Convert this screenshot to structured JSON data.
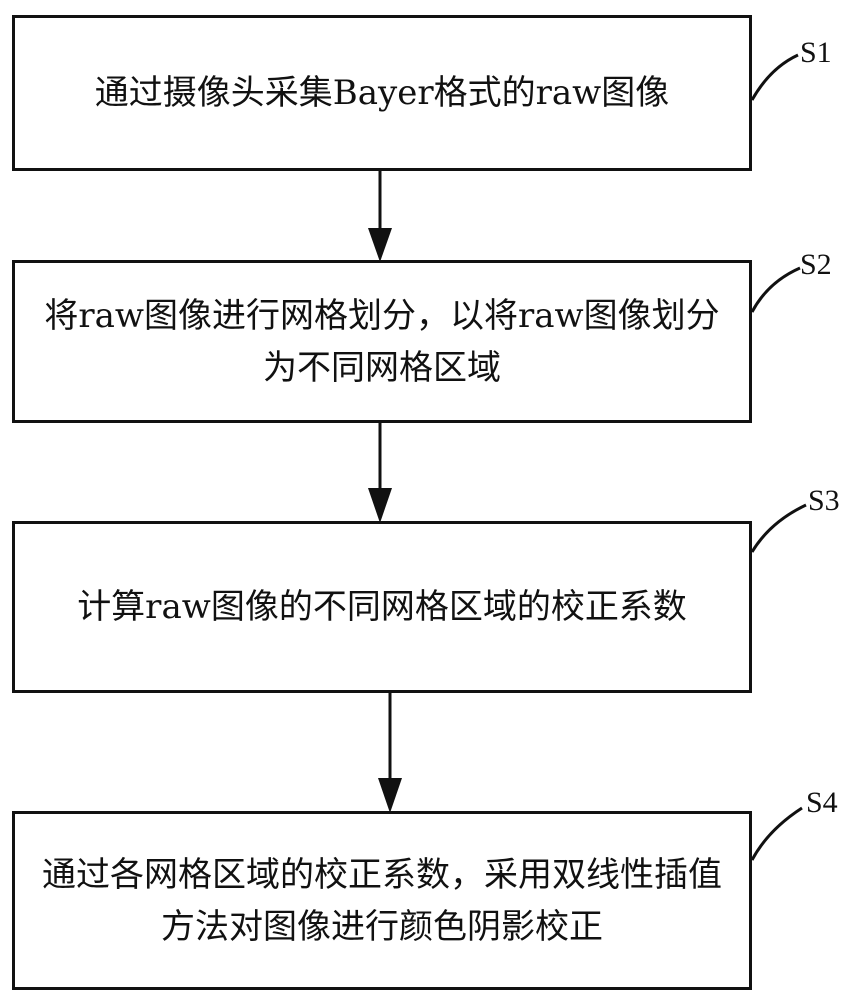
{
  "flowchart": {
    "steps": [
      {
        "id": "S1",
        "label": "S1",
        "text": "通过摄像头采集Bayer格式的raw图像"
      },
      {
        "id": "S2",
        "label": "S2",
        "text": "将raw图像进行网格划分，以将raw图像划分为不同网格区域"
      },
      {
        "id": "S3",
        "label": "S3",
        "text": "计算raw图像的不同网格区域的校正系数"
      },
      {
        "id": "S4",
        "label": "S4",
        "text": "通过各网格区域的校正系数，采用双线性插值方法对图像进行颜色阴影校正"
      }
    ],
    "connections": [
      {
        "from": "S1",
        "to": "S2"
      },
      {
        "from": "S2",
        "to": "S3"
      },
      {
        "from": "S3",
        "to": "S4"
      }
    ]
  }
}
